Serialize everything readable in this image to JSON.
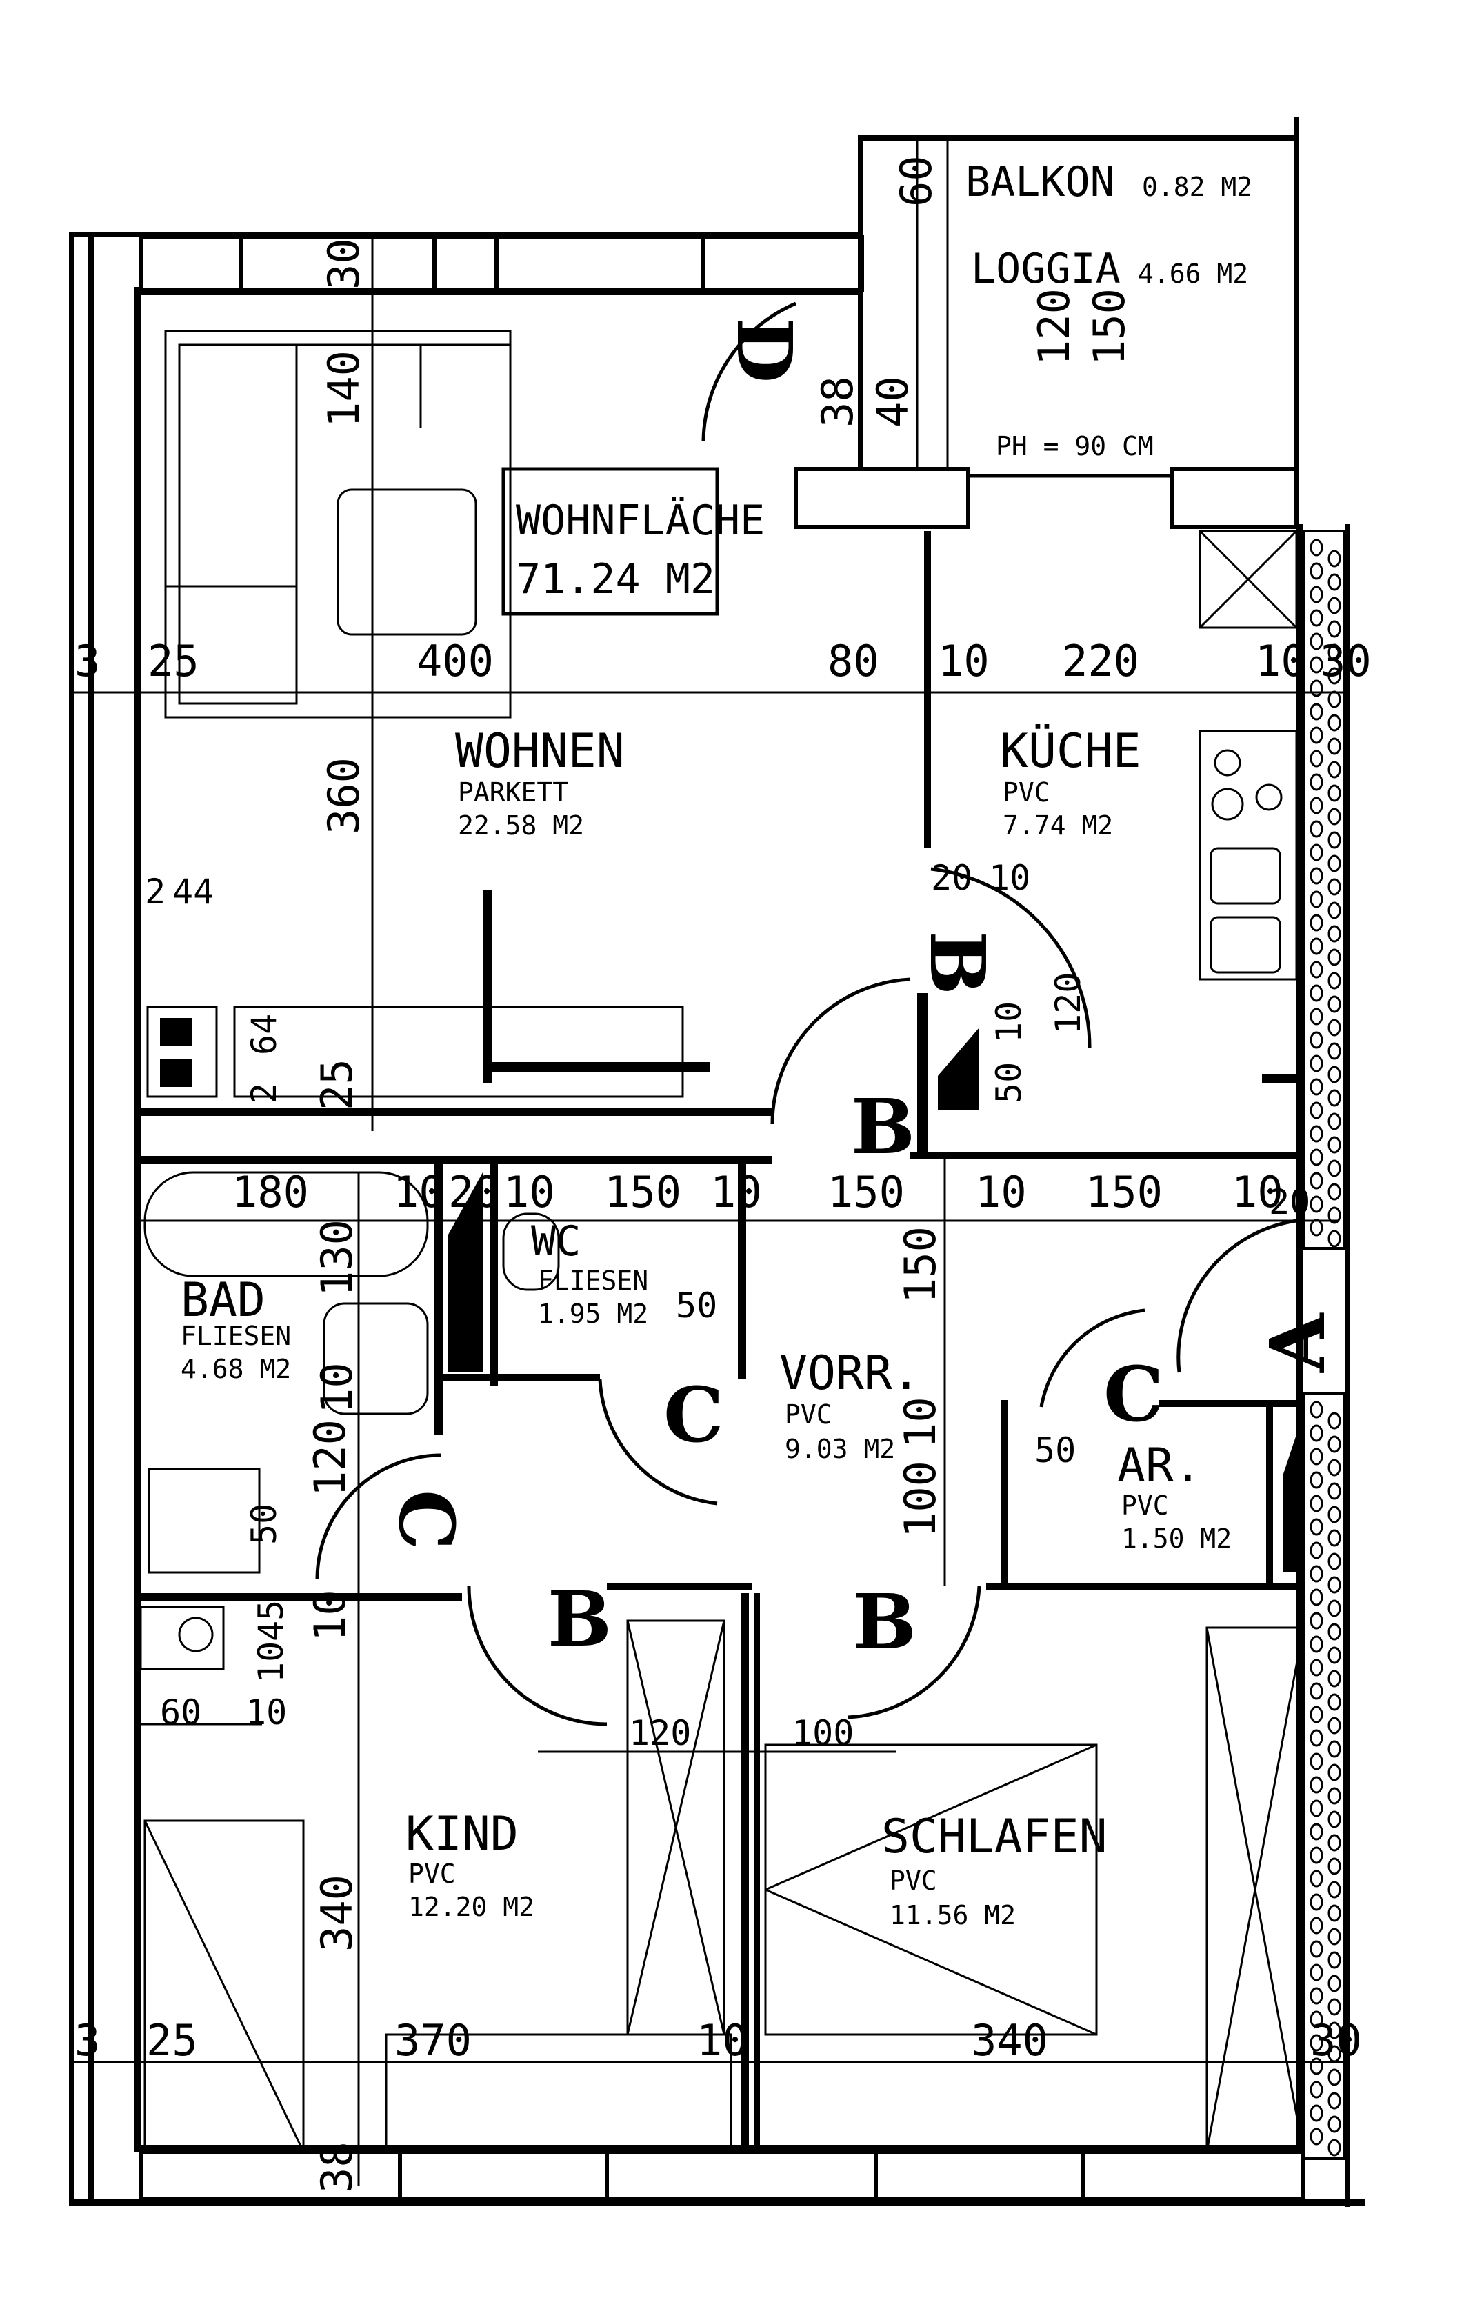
{
  "total_area": {
    "label": "WOHNFLÄCHE",
    "value": "71.24 M2"
  },
  "rooms": {
    "wohnen": {
      "name": "WOHNEN",
      "floor": "PARKETT",
      "area": "22.58 M2"
    },
    "kueche": {
      "name": "KÜCHE",
      "floor": "PVC",
      "area": "7.74 M2"
    },
    "bad": {
      "name": "BAD",
      "floor": "FLIESEN",
      "area": "4.68 M2"
    },
    "wc": {
      "name": "WC",
      "floor": "FLIESEN",
      "area": "1.95 M2"
    },
    "vorr": {
      "name": "VORR.",
      "floor": "PVC",
      "area": "9.03 M2"
    },
    "ar": {
      "name": "AR.",
      "floor": "PVC",
      "area": "1.50 M2"
    },
    "kind": {
      "name": "KIND",
      "floor": "PVC",
      "area": "12.20 M2"
    },
    "schlafen": {
      "name": "SCHLAFEN",
      "floor": "PVC",
      "area": "11.56 M2"
    },
    "balkon": {
      "name": "BALKON",
      "area": "0.82 M2"
    },
    "loggia": {
      "name": "LOGGIA",
      "area": "4.66 M2"
    }
  },
  "parapet": "PH = 90 CM",
  "door_types": {
    "a": "A",
    "b": "B",
    "c": "C",
    "d": "D"
  },
  "dimensions": {
    "d400": "400",
    "d80": "80",
    "d10a": "10",
    "d220": "220",
    "d10b": "10",
    "d30a": "30",
    "d25a": "25",
    "d3a": "3",
    "d360": "360",
    "d140": "140",
    "d30top": "30",
    "d60": "60",
    "d120l": "120",
    "d150l": "150",
    "d38a": "38",
    "d40": "40",
    "d2": "2",
    "d44": "44",
    "d64": "64",
    "d2b": "2",
    "d25b": "25",
    "d20k": "20",
    "d10k": "10",
    "d120k": "120",
    "d50k": "50",
    "d10k2": "10",
    "d180": "180",
    "d10c": "10",
    "d20c": "20",
    "d10d": "10",
    "d150a": "150",
    "d10e": "10",
    "d150b": "150",
    "d10f": "10",
    "d150c": "150",
    "d10g": "10",
    "d20g": "20",
    "d130": "130",
    "d10h": "10",
    "d50wc": "50",
    "d150v": "150",
    "d10v": "10",
    "d100v": "100",
    "d50ar": "50",
    "d120b": "120",
    "d50b": "50",
    "d45": "45",
    "d10i": "10",
    "d10j": "10",
    "d60b": "60",
    "d10l": "10",
    "d120c": "120",
    "d100c": "100",
    "d340a": "340",
    "d25c": "25",
    "d3b": "3",
    "d370": "370",
    "d10m": "10",
    "d340b": "340",
    "d30b": "30",
    "d38b": "38"
  }
}
